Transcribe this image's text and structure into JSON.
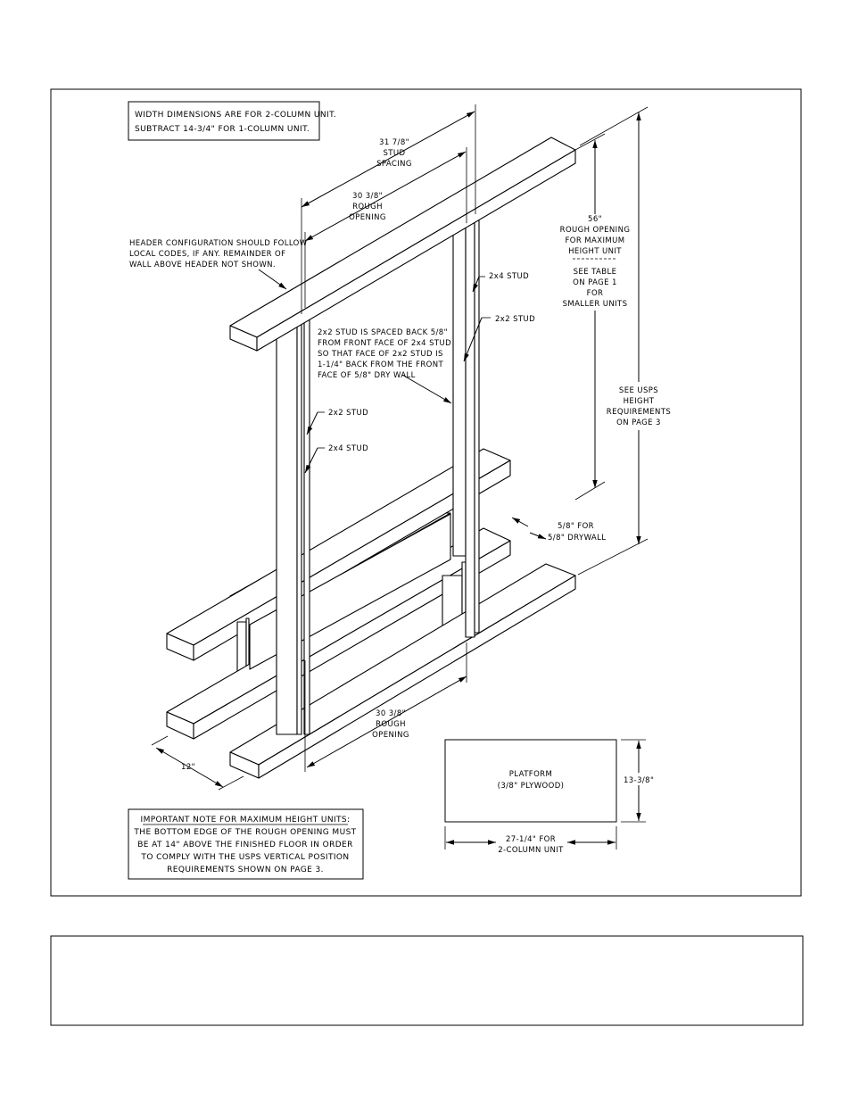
{
  "notes": {
    "width_note": [
      "WIDTH DIMENSIONS ARE FOR 2-COLUMN UNIT.",
      "SUBTRACT 14-3/4\" FOR 1-COLUMN UNIT."
    ],
    "header_note": [
      "HEADER CONFIGURATION SHOULD FOLLOW",
      "LOCAL CODES, IF ANY.  REMAINDER OF",
      "WALL ABOVE HEADER NOT SHOWN."
    ],
    "stud_note": [
      "2x2 STUD IS SPACED BACK 5/8\"",
      "FROM FRONT FACE OF 2x4 STUD",
      "SO THAT FACE OF 2x2 STUD IS",
      "1-1/4\" BACK FROM THE FRONT",
      "FACE OF 5/8\" DRY WALL"
    ],
    "important_note": [
      "IMPORTANT NOTE FOR MAXIMUM HEIGHT UNITS:",
      "THE BOTTOM EDGE OF THE ROUGH OPENING MUST",
      "BE AT 14\" ABOVE THE FINISHED FLOOR IN ORDER",
      "TO COMPLY WITH THE USPS VERTICAL POSITION",
      "REQUIREMENTS SHOWN ON PAGE 3."
    ]
  },
  "labels": {
    "stud_2x4_right": "2x4 STUD",
    "stud_2x2_right": "2x2 STUD",
    "stud_2x2_left": "2x2 STUD",
    "stud_2x4_left": "2x4 STUD"
  },
  "dimensions": {
    "stud_spacing": [
      "31 7/8\"",
      "STUD",
      "SPACING"
    ],
    "rough_opening_top": [
      "30 3/8\"",
      "ROUGH",
      "OPENING"
    ],
    "rough_opening_height": [
      "56\"",
      "ROUGH OPENING",
      "FOR MAXIMUM",
      "HEIGHT UNIT"
    ],
    "see_table": [
      "SEE TABLE",
      "ON PAGE 1",
      "FOR",
      "SMALLER UNITS"
    ],
    "see_usps": [
      "SEE USPS",
      "HEIGHT",
      "REQUIREMENTS",
      "ON PAGE 3"
    ],
    "drywall": [
      "5/8\" FOR",
      "5/8\" DRYWALL"
    ],
    "rough_opening_bottom": [
      "30 3/8\"",
      "ROUGH",
      "OPENING"
    ],
    "depth": "12\"",
    "platform_height": "13-3/8\"",
    "platform_width": [
      "27-1/4\" FOR",
      "2-COLUMN UNIT"
    ]
  },
  "platform": {
    "label": [
      "PLATFORM",
      "(3/8\" PLYWOOD)"
    ]
  },
  "footer_box": {
    "text": ""
  }
}
